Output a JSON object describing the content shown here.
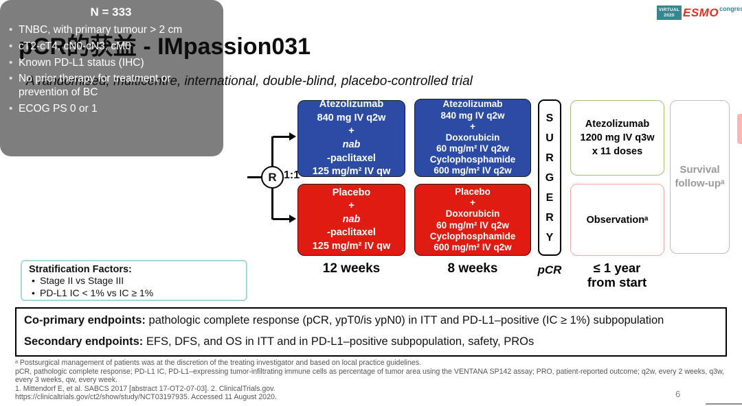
{
  "colors": {
    "arm_blue": "#2B4BA5",
    "arm_red": "#DF1B12",
    "enrollment_gray": "#7E7E7E",
    "adjuvant_green_border": "#9CC36F",
    "observation_pink_border": "#F2A9A2",
    "followup_gray_border": "#BDBDBD",
    "stratification_border": "#A7D6DF",
    "logo_teal": "#37858D",
    "logo_red": "#E0301E"
  },
  "logo": {
    "virtual_line1": "VIRTUAL",
    "virtual_line2": "2020",
    "esmo": "ESMO",
    "congress": "congress"
  },
  "title": "pCR的获益 - IMpassion031",
  "subtitle": "A randomised, multicentre, international, double-blind, placebo-controlled trial",
  "enrollment": {
    "header": "N = 333",
    "bullets": [
      "TNBC, with primary tumour > 2 cm",
      "cT2-cT4, cN0-cN3, cM0",
      "Known PD-L1 status (IHC)",
      "No prior therapy for treatment or prevention of BC",
      "ECOG PS 0 or 1"
    ]
  },
  "stratification": {
    "header": "Stratification Factors:",
    "bullets": [
      "Stage II vs Stage III",
      "PD-L1 IC < 1% vs IC ≥ 1%"
    ]
  },
  "randomization": {
    "symbol": "R",
    "ratio": "1:1"
  },
  "arms": {
    "atezo_nabpac": {
      "lines": [
        "Atezolizumab",
        "840 mg IV q2w",
        "+",
        "*nab*-paclitaxel",
        "125 mg/m² IV qw"
      ]
    },
    "placebo_nabpac": {
      "lines": [
        "Placebo",
        "+",
        "*nab*-paclitaxel",
        "125 mg/m² IV qw"
      ]
    },
    "atezo_ac": {
      "lines": [
        "Atezolizumab",
        "840 mg IV q2w",
        "+",
        "Doxorubicin",
        "60 mg/m² IV q2w",
        "Cyclophosphamide",
        "600 mg/m² IV q2w"
      ]
    },
    "placebo_ac": {
      "lines": [
        "Placebo",
        "+",
        "Doxorubicin",
        "60 mg/m² IV q2w",
        "Cyclophosphamide",
        "600 mg/m² IV q2w"
      ]
    }
  },
  "surgery": {
    "letters": [
      "S",
      "U",
      "R",
      "G",
      "E",
      "R",
      "Y"
    ]
  },
  "adjuvant": {
    "atezo": {
      "lines": [
        "Atezolizumab",
        "1200 mg IV q3w",
        "x 11 doses"
      ]
    },
    "observation": {
      "lines": [
        "Observationᵃ"
      ]
    }
  },
  "followup": {
    "lines": [
      "Survival",
      "follow-upᵃ"
    ]
  },
  "durations": {
    "phase1": "12 weeks",
    "phase2": "8 weeks",
    "surgery_label": "pCR",
    "adjuvant": [
      "≤ 1 year",
      "from start"
    ]
  },
  "endpoints": [
    {
      "label": "Co-primary endpoints:",
      "text": " pathologic complete response (pCR, ypT0/is ypN0) in ITT and PD-L1–positive (IC ≥ 1%) subpopulation"
    },
    {
      "label": "Secondary endpoints:",
      "text": " EFS, DFS, and OS in ITT and in PD-L1–positive subpopulation, safety, PROs"
    }
  ],
  "footnotes": [
    "ᵃ Postsurgical management of patients was at the discretion of the treating investigator and based on local practice guidelines.",
    "pCR, pathologic complete response; PD-L1 IC, PD-L1–expressing tumor-infiltrating immune cells as percentage of tumor area using the VENTANA SP142 assay; PRO, patient-reported outcome; q2w, every 2 weeks, q3w, every 3 weeks, qw, every week.",
    "1. Mittendorf E, et al. SABCS 2017 [abstract 17-OT2-07-03]. 2. ClinicalTrials.gov.",
    "https://clinicaltrials.gov/ct2/show/study/NCT03197935. Accessed 11 August 2020."
  ],
  "page_number": "6"
}
